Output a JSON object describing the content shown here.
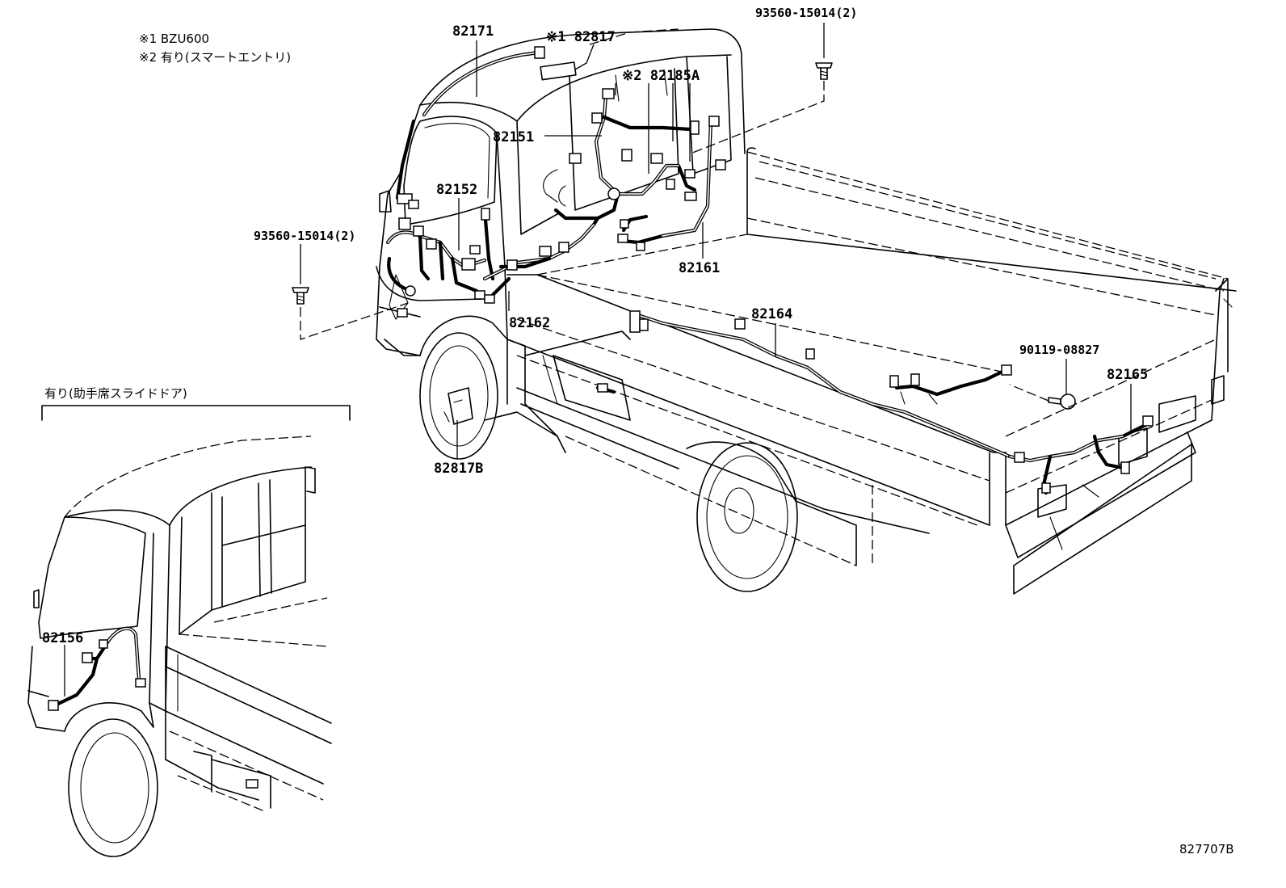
{
  "notes": {
    "note1": "※1 BZU600",
    "note2": "※2 有り(スマートエントリ)"
  },
  "inset_title": "有り(助手席スライドドア)",
  "part_labels": {
    "p82171": "82171",
    "p82817": "※1 82817",
    "p82185a": "※2 82185A",
    "p93560_top": "93560-15014(2)",
    "p82151": "82151",
    "p82152": "82152",
    "p93560_left": "93560-15014(2)",
    "p82161": "82161",
    "p82164": "82164",
    "p82162": "82162",
    "p90119": "90119-08827",
    "p82165": "82165",
    "p82817b": "82817B",
    "p82156": "82156"
  },
  "figure_id": "827707B"
}
